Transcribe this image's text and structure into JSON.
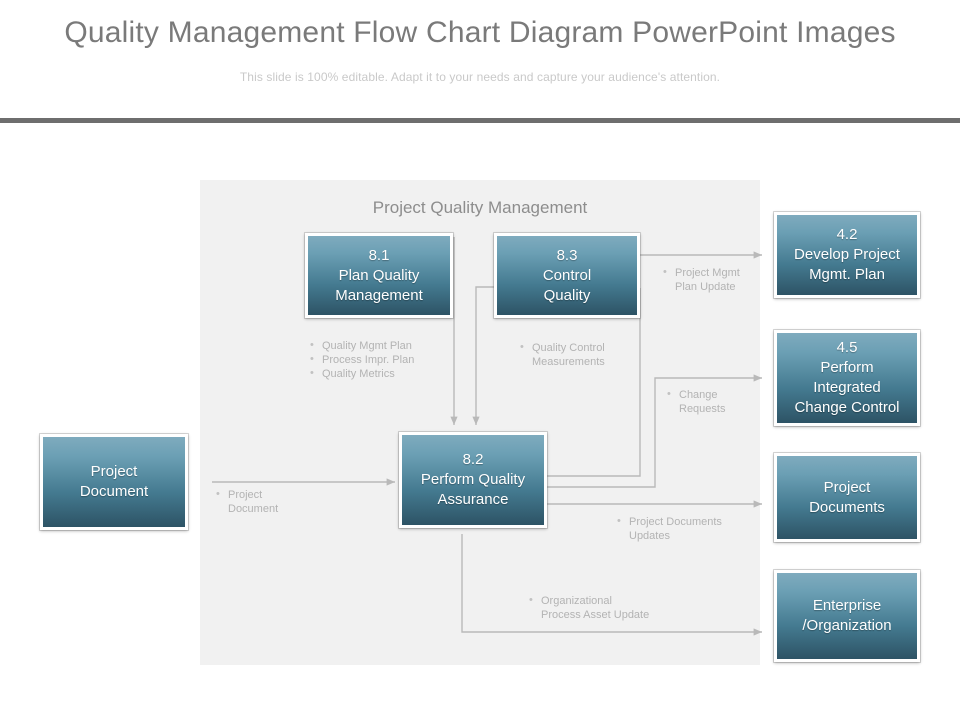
{
  "header": {
    "title": "Quality Management Flow Chart Diagram PowerPoint Images",
    "subtitle": "This slide is 100% editable. Adapt it to your needs and capture your audience's attention."
  },
  "panel": {
    "heading": "Project Quality Management",
    "background_color": "#f1f1f1"
  },
  "theme": {
    "box_gradient_top": "#7fabbe",
    "box_gradient_bottom": "#2d5365",
    "box_border": "#ffffff",
    "title_color": "#7a7a7a",
    "subtitle_color": "#c9c9c9",
    "divider_color": "#6e6e6e",
    "note_color": "#b3b3b3",
    "wire_color": "#b9b9b9"
  },
  "boxes": {
    "project_document": "Project\nDocument",
    "plan_quality_management": "8.1\nPlan Quality\nManagement",
    "control_quality": "8.3\nControl\nQuality",
    "perform_quality_assurance": "8.2\nPerform Quality\nAssurance",
    "develop_project_mgmt_plan": "4.2\nDevelop Project\nMgmt. Plan",
    "perform_integrated_change_control": "4.5\nPerform\nIntegrated\nChange Control",
    "project_documents": "Project\nDocuments",
    "enterprise_organization": "Enterprise\n/Organization"
  },
  "notes": {
    "plan_quality_outputs": [
      "Quality Mgmt Plan",
      "Process Impr. Plan",
      "Quality Metrics"
    ],
    "control_quality_outputs": [
      "Quality Control\nMeasurements"
    ],
    "project_document_input": [
      "Project\nDocument"
    ],
    "project_mgmt_plan_update": [
      "Project Mgmt\nPlan Update"
    ],
    "change_requests": [
      "Change\nRequests"
    ],
    "project_documents_updates": [
      "Project Documents\nUpdates"
    ],
    "organizational_process_asset_update": [
      "Organizational\nProcess Asset Update"
    ]
  }
}
